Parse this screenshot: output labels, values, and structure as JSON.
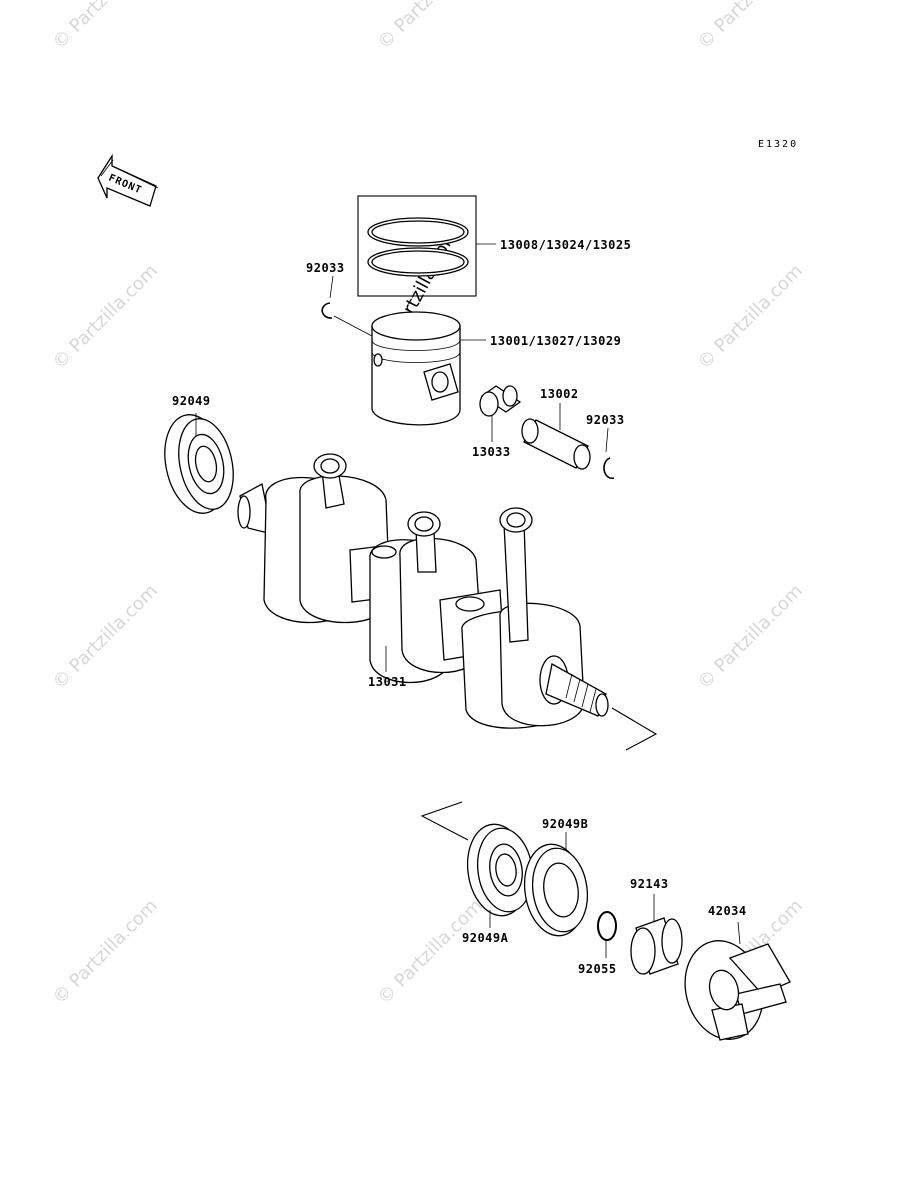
{
  "diagram": {
    "code": "E1320",
    "front_label": "FRONT",
    "watermark": "© Partzilla.com",
    "parts": [
      {
        "number": "13008/13024/13025",
        "part": "piston-rings"
      },
      {
        "number": "92033",
        "part": "circlip-left"
      },
      {
        "number": "13001/13027/13029",
        "part": "piston"
      },
      {
        "number": "92049",
        "part": "oil-seal"
      },
      {
        "number": "13002",
        "part": "piston-pin"
      },
      {
        "number": "92033",
        "part": "circlip-right"
      },
      {
        "number": "13033",
        "part": "needle-bearing"
      },
      {
        "number": "13031",
        "part": "crankshaft"
      },
      {
        "number": "92049B",
        "part": "oil-seal-b"
      },
      {
        "number": "92143",
        "part": "collar"
      },
      {
        "number": "42034",
        "part": "coupling"
      },
      {
        "number": "92049A",
        "part": "oil-seal-a"
      },
      {
        "number": "92055",
        "part": "o-ring"
      }
    ]
  }
}
